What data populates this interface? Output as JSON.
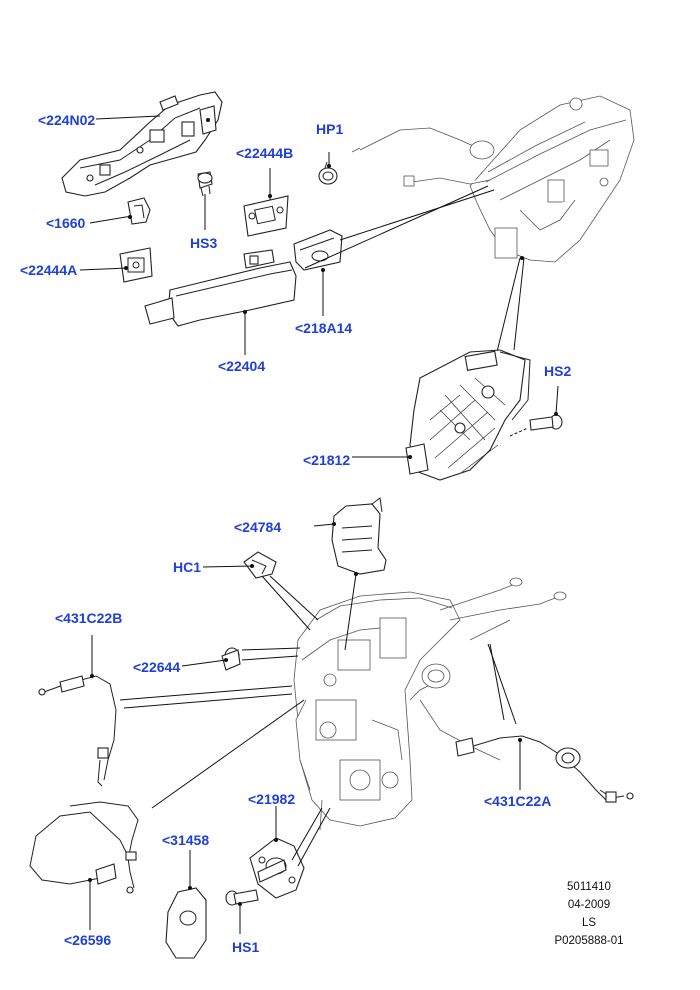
{
  "callouts": {
    "c224N02": "<224N02",
    "cHP1": "HP1",
    "c22444B": "<22444B",
    "c1660": "<1660",
    "cHS3": "HS3",
    "c22444A": "<22444A",
    "c218A14": "<218A14",
    "c22404": "<22404",
    "cHS2": "HS2",
    "c21812": "<21812",
    "c24784": "<24784",
    "cHC1": "HC1",
    "c431C22B": "<431C22B",
    "c22644": "<22644",
    "c21982": "<21982",
    "c31458": "<31458",
    "c431C22A": "<431C22A",
    "c26596": "<26596",
    "cHS1": "HS1"
  },
  "meta": {
    "line1": "5011410",
    "line2": "04-2009",
    "line3": "LS",
    "line4": "P0205888-01"
  },
  "colors": {
    "callout": "#1f3fd8",
    "linework": "#222222",
    "background": "#ffffff"
  }
}
